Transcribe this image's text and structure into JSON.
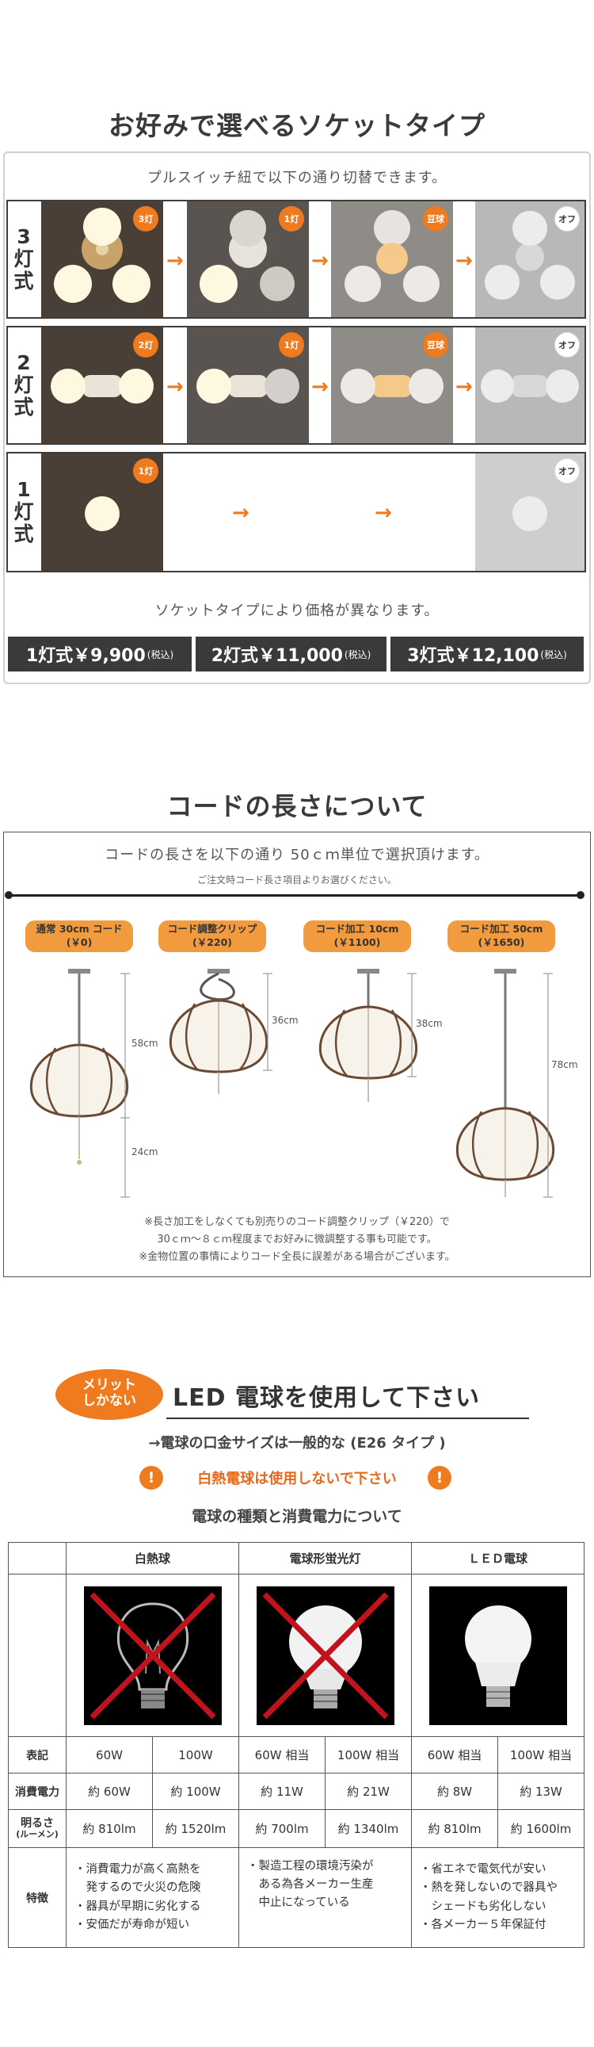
{
  "section1": {
    "title": "お好みで選べるソケットタイプ",
    "subtitle": "プルスイッチ紐で以下の通り切替できます。",
    "rows": [
      {
        "label": [
          "3",
          "灯",
          "式"
        ],
        "badges": [
          "3灯",
          "1灯",
          "豆球",
          "オフ"
        ]
      },
      {
        "label": [
          "2",
          "灯",
          "式"
        ],
        "badges": [
          "2灯",
          "1灯",
          "豆球",
          "オフ"
        ]
      },
      {
        "label": [
          "1",
          "灯",
          "式"
        ],
        "badges": [
          "1灯",
          "オフ"
        ]
      }
    ],
    "arrow_glyph": "→",
    "note": "ソケットタイプにより価格が異なります。",
    "prices": [
      {
        "label": "1灯式￥9,900",
        "tax": "(税込)"
      },
      {
        "label": "2灯式￥11,000",
        "tax": "(税込)"
      },
      {
        "label": "3灯式￥12,100",
        "tax": "(税込)"
      }
    ]
  },
  "section2": {
    "title": "コードの長さについて",
    "subtitle": "コードの長さを以下の通り 50ｃｍ単位で選択頂けます。",
    "subtitle2": "ご注文時コード長さ項目よりお選びください。",
    "options": [
      {
        "name": "通常 30cm コード",
        "price": "(￥0)"
      },
      {
        "name": "コード調整クリップ",
        "price": "(￥220)"
      },
      {
        "name": "コード加工 10cm",
        "price": "(￥1100)"
      },
      {
        "name": "コード加工 50cm",
        "price": "(￥1650)"
      }
    ],
    "dims": {
      "d1": "58cm",
      "d2": "24cm",
      "d3": "36cm",
      "d4": "38cm",
      "d5": "78cm"
    },
    "footnotes": [
      "※長さ加工をしなくても別売りのコード調整クリップ（￥220）で",
      "30ｃｍ～８ｃｍ程度までお好みに微調整する事も可能です。",
      "※金物位置の事情によりコード全長に誤差がある場合がございます。"
    ]
  },
  "section3": {
    "merit": [
      "メリット",
      "しかない"
    ],
    "title": "LED 電球を使用して下さい",
    "subtitle": "→電球の口金サイズは一般的な (E26 タイプ )",
    "warning": "白熱電球は使用しないで下さい",
    "warn_glyph": "!",
    "subtitle2": "電球の種類と消費電力について",
    "table": {
      "headers": [
        "白熱球",
        "電球形蛍光灯",
        "ＬＥＤ電球"
      ],
      "rows": [
        {
          "label": "表記",
          "values": [
            "60W",
            "100W",
            "60W 相当",
            "100W 相当",
            "60W 相当",
            "100W 相当"
          ]
        },
        {
          "label": "消費電力",
          "values": [
            "約 60W",
            "約 100W",
            "約 11W",
            "約 21W",
            "約 8W",
            "約 13W"
          ]
        },
        {
          "label": "明るさ",
          "label2": "(ルーメン)",
          "values": [
            "約 810lm",
            "約 1520lm",
            "約 700lm",
            "約 1340lm",
            "約 810lm",
            "約 1600lm"
          ]
        }
      ],
      "feature_label": "特徴",
      "features": [
        [
          "・消費電力が高く高熱を",
          "　発するので火災の危険",
          "・器具が早期に劣化する",
          "・安価だが寿命が短い"
        ],
        [
          "・製造工程の環境汚染が",
          "　ある為各メーカー生産",
          "　中止になっている"
        ],
        [
          "・省エネで電気代が安い",
          "・熱を発しないので器具や",
          "　シェードも劣化しない",
          "・各メーカー５年保証付"
        ]
      ]
    }
  }
}
